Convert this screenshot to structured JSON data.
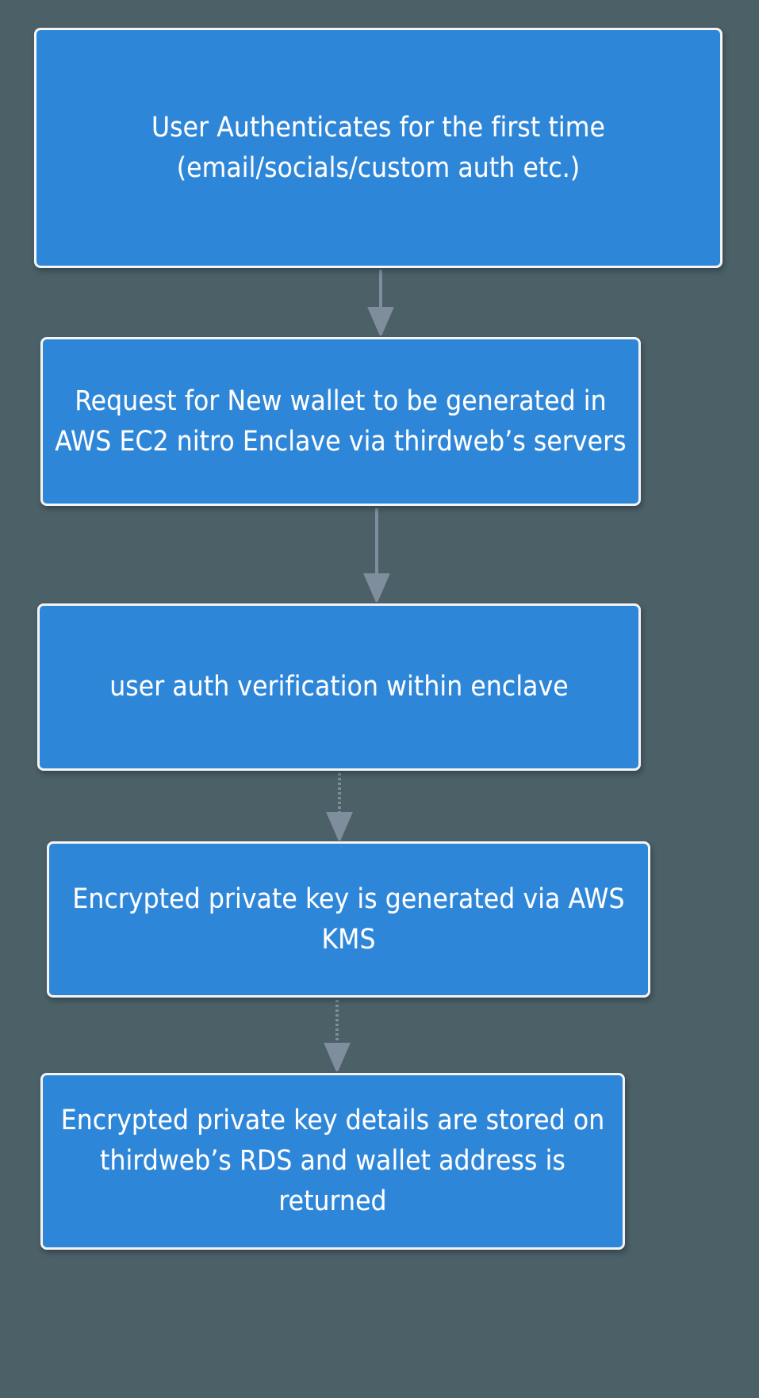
{
  "diagram": {
    "type": "flowchart",
    "orientation": "top-to-bottom",
    "background_color": "#4c6068",
    "node_fill_color": "#2e86d8",
    "node_border_color": "#f4f4f4",
    "node_text_color": "#ffffff",
    "edge_color": "#7e8e9c",
    "nodes": [
      {
        "id": "node-1",
        "label": "User Authenticates for the first time\n(email/socials/custom auth etc.)"
      },
      {
        "id": "node-2",
        "label": "Request for New wallet to be generated in AWS EC2 nitro Enclave via thirdweb’s servers"
      },
      {
        "id": "node-3",
        "label": "user auth verification within enclave"
      },
      {
        "id": "node-4",
        "label": "Encrypted private key is generated via AWS KMS"
      },
      {
        "id": "node-5",
        "label": "Encrypted private key details are stored on thirdweb’s RDS and wallet address is returned"
      }
    ],
    "edges": [
      {
        "id": "edge-1",
        "from": "node-1",
        "to": "node-2",
        "label": ""
      },
      {
        "id": "edge-2",
        "from": "node-2",
        "to": "node-3",
        "label": ""
      },
      {
        "id": "edge-3",
        "from": "node-3",
        "to": "node-4",
        "label": ""
      },
      {
        "id": "edge-4",
        "from": "node-4",
        "to": "node-5",
        "label": ""
      }
    ]
  }
}
